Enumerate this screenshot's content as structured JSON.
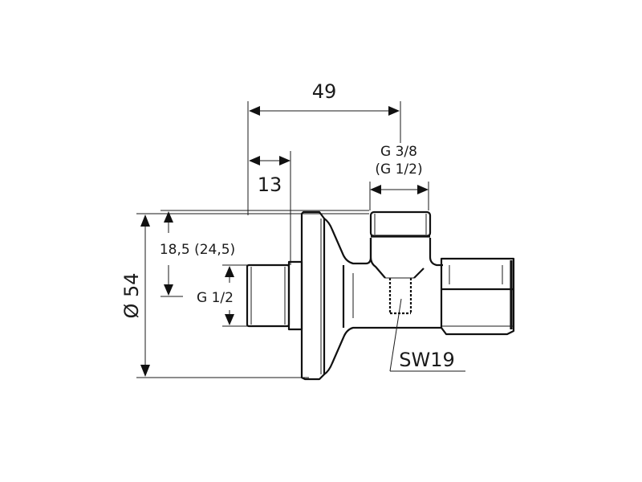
{
  "diagram": {
    "type": "technical-drawing",
    "subject": "angle valve side view",
    "dimensions": {
      "overall_length": "49",
      "thread_length": "13",
      "outlet_thread": "G 3/8",
      "outlet_thread_alt": "(G 1/2)",
      "height_offset": "18,5 (24,5)",
      "inlet_thread": "G 1/2",
      "rosette_diameter": "Ø 54",
      "wrench_size": "SW19"
    },
    "colors": {
      "line": "#111111",
      "background": "#ffffff"
    }
  }
}
